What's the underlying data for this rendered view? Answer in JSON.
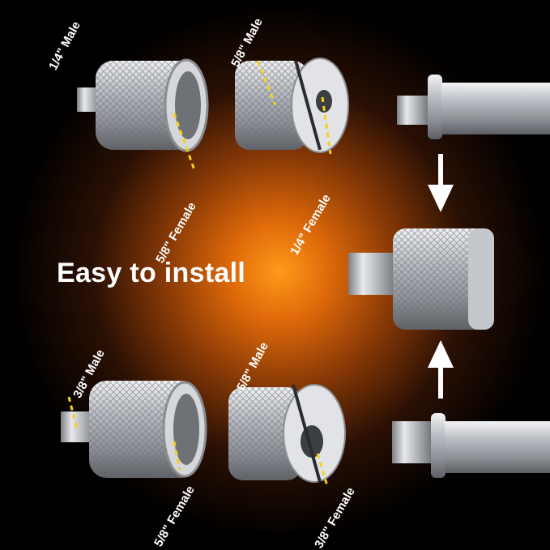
{
  "headline": "Easy to install",
  "labels": {
    "a_top": "1/4\" Male",
    "a_bottom": "5/8\" Female",
    "b_top": "5/8\" Male",
    "b_bottom": "1/4\" Female",
    "c_top": "3/8\" Male",
    "c_bottom": "5/8\" Female",
    "d_top": "5/8\" Male",
    "d_bottom": "3/8\" Female"
  },
  "colors": {
    "glow": "#ff9a1a",
    "metal": "#c8cbd0",
    "guide_line": "#f2d21b",
    "text": "#ffffff"
  }
}
